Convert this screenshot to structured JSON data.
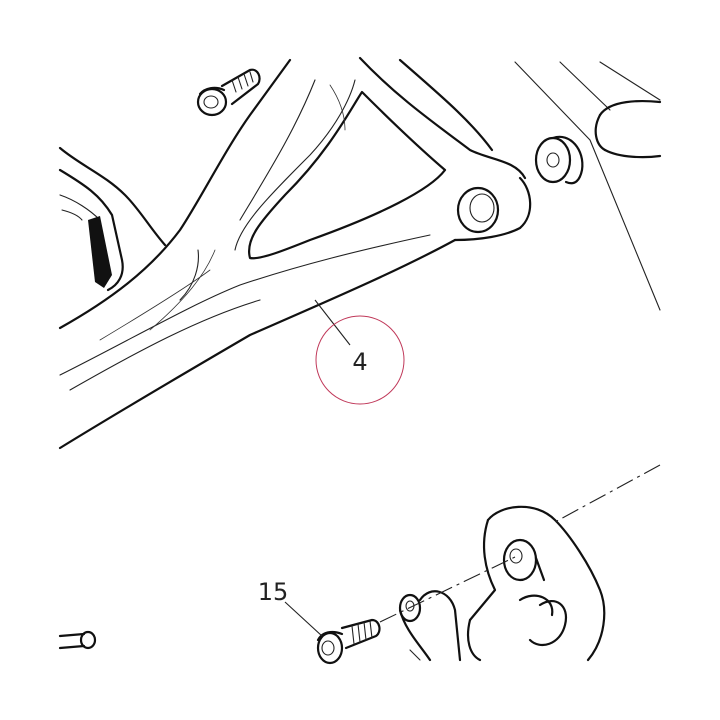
{
  "callouts": [
    {
      "id": "part-4",
      "label": "4"
    },
    {
      "id": "part-15",
      "label": "15"
    }
  ],
  "colors": {
    "ink": "#111111",
    "highlight_circle": "#c0395a"
  }
}
